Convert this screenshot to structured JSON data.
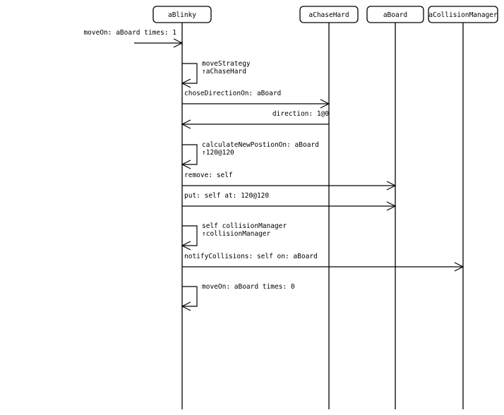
{
  "participants": [
    {
      "id": "aBlinky",
      "label": "aBlinky"
    },
    {
      "id": "aChaseHard",
      "label": "aChaseHard"
    },
    {
      "id": "aBoard",
      "label": "aBoard"
    },
    {
      "id": "aCollisionManager",
      "label": "aCollisionManager"
    }
  ],
  "messages": [
    {
      "kind": "incoming",
      "to": "aBlinky",
      "label": "moveOn: aBoard times: 1"
    },
    {
      "kind": "self",
      "on": "aBlinky",
      "label": "moveStrategy",
      "return_label": "↑aChaseHard"
    },
    {
      "kind": "call",
      "from": "aBlinky",
      "to": "aChaseHard",
      "label": "choseDirectionOn: aBoard"
    },
    {
      "kind": "return",
      "from": "aChaseHard",
      "to": "aBlinky",
      "label": "direction: 1@0"
    },
    {
      "kind": "self",
      "on": "aBlinky",
      "label": "calculateNewPostionOn: aBoard",
      "return_label": "↑120@120"
    },
    {
      "kind": "call",
      "from": "aBlinky",
      "to": "aBoard",
      "label": "remove: self"
    },
    {
      "kind": "call",
      "from": "aBlinky",
      "to": "aBoard",
      "label": "put: self at: 120@120"
    },
    {
      "kind": "self",
      "on": "aBlinky",
      "label": "self collisionManager",
      "return_label": "↑collisionManager"
    },
    {
      "kind": "call",
      "from": "aBlinky",
      "to": "aCollisionManager",
      "label": "notifyCollisions: self on: aBoard"
    },
    {
      "kind": "self",
      "on": "aBlinky",
      "label": "moveOn: aBoard times: 0",
      "return_label": ""
    }
  ]
}
